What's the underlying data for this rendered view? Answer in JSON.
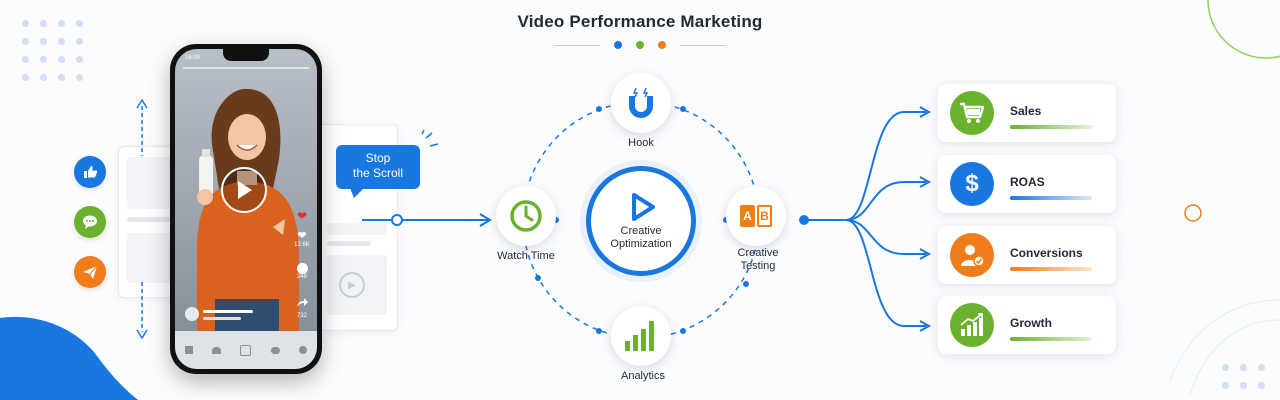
{
  "title": "Video Performance Marketing",
  "colors": {
    "blue": "#1877e0",
    "green": "#6ab22e",
    "orange": "#f07c1a",
    "dark": "#1f2937"
  },
  "phone": {
    "status_time": "16:00",
    "likes": "12.6K",
    "comments": "248",
    "shares": "732",
    "nav_icons": [
      "home-icon",
      "friends-icon",
      "add-icon",
      "chat-icon",
      "profile-icon"
    ]
  },
  "social_icons": [
    "thumbs-up-icon",
    "chat-bubble-icon",
    "send-icon"
  ],
  "callout": {
    "line1": "Stop",
    "line2": "the Scroll"
  },
  "cycle": {
    "center_line1": "Creative",
    "center_line2": "Optimization",
    "hook": "Hook",
    "watch_time": "Watch Time",
    "creative_testing_line1": "Creative",
    "creative_testing_line2": "Testing",
    "analytics": "Analytics",
    "ab_a": "A",
    "ab_b": "B"
  },
  "outcomes": [
    {
      "label": "Sales",
      "icon": "shopping-cart-icon",
      "color": "#6ab22e"
    },
    {
      "label": "ROAS",
      "icon": "dollar-icon",
      "color": "#1877e0"
    },
    {
      "label": "Conversions",
      "icon": "user-check-icon",
      "color": "#f07c1a"
    },
    {
      "label": "Growth",
      "icon": "growth-chart-icon",
      "color": "#6ab22e"
    }
  ]
}
